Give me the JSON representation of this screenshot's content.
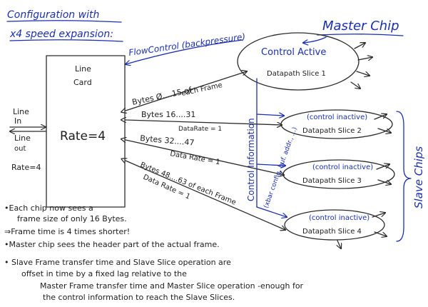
{
  "title": {
    "line1": "Configuration with",
    "line2": "x4 speed expansion:"
  },
  "master_chip_label": "Master Chip",
  "flow_control_label": "FlowControl (backpressure)",
  "line_card": {
    "title_line1": "Line",
    "title_line2": "Card",
    "rate": "Rate=4",
    "line_in_1": "Line",
    "line_in_2": "In",
    "line_out_1": "Line",
    "line_out_2": "out",
    "rate_left": "Rate=4"
  },
  "control_info": {
    "line1": "Control Information",
    "line2": "(xbar config, buf. addr., ...)"
  },
  "slave_chips_label": "Slave Chips",
  "slices": [
    {
      "status": "Control Active",
      "name": "Datapath Slice 1"
    },
    {
      "status": "(control inactive)",
      "name": "Datapath Slice 2"
    },
    {
      "status": "(control inactive)",
      "name": "Datapath Slice 3"
    },
    {
      "status": "(control inactive)",
      "name": "Datapath Slice 4"
    }
  ],
  "links": [
    {
      "bytes": "Bytes Ø....15 of",
      "bytes2": "each Frame",
      "rate": ""
    },
    {
      "bytes": "Bytes 16....31",
      "bytes2": "",
      "rate": "DataRate = 1"
    },
    {
      "bytes": "Bytes 32....47",
      "bytes2": "",
      "rate": "Data Rate = 1"
    },
    {
      "bytes": "Bytes 48....63 of each Frame",
      "bytes2": "",
      "rate": "Data Rate = 1"
    }
  ],
  "notes": {
    "n1a": "•Each chip now sees a",
    "n1b": "frame size of only 16 Bytes.",
    "n2": "⇒Frame time is 4 times shorter!",
    "n3": "•Master chip sees the header part of the actual frame.",
    "n4a": "• Slave Frame transfer time and Slave Slice operation are",
    "n4b": "offset in time by a fixed lag relative to the",
    "n4c": "Master Frame transfer time and Master Slice operation -enough for",
    "n4d": "the control information to reach the Slave Slices."
  }
}
